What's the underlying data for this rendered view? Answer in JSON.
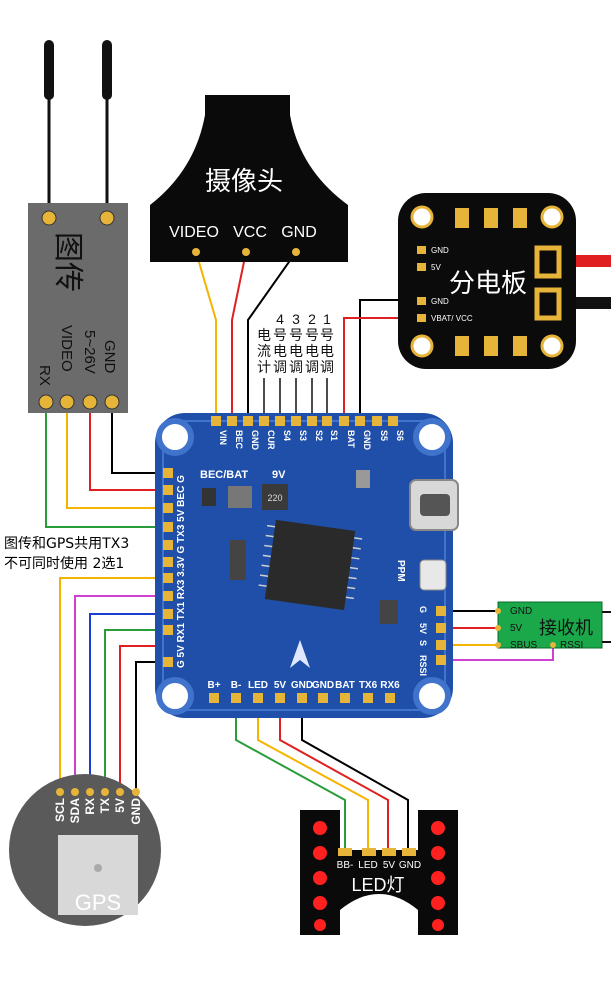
{
  "vtx": {
    "title": "图传",
    "pins": [
      "GND",
      "5~26V",
      "VIDEO",
      "RX"
    ]
  },
  "camera": {
    "title": "摄像头",
    "pins": [
      "VIDEO",
      "VCC",
      "GND"
    ]
  },
  "pdb": {
    "title": "分电板",
    "pins": [
      "GND",
      "5V",
      "GND",
      "VBAT/ VCC"
    ]
  },
  "esc_labels": [
    {
      "num": "",
      "text": "电流计"
    },
    {
      "num": "4",
      "text": "号电调"
    },
    {
      "num": "3",
      "text": "号电调"
    },
    {
      "num": "2",
      "text": "号电调"
    },
    {
      "num": "1",
      "text": "号电调"
    }
  ],
  "fc": {
    "top_pads": [
      "VIN",
      "BEC",
      "GND",
      "CUR",
      "S4",
      "S3",
      "S2",
      "S1",
      "BAT",
      "GND",
      "S5",
      "S6"
    ],
    "left_pads": [
      "G",
      "BEC",
      "5V",
      "TX3",
      "G",
      "3.3V",
      "RX3",
      "TX1",
      "RX1",
      "5V",
      "G"
    ],
    "bottom_pads": [
      "B+",
      "B-",
      "LED",
      "5V",
      "GND",
      "GND",
      "BAT",
      "TX6",
      "RX6"
    ],
    "right_pads": [
      "G",
      "5V",
      "S",
      "RSSI"
    ],
    "silk_bec": "BEC/BAT",
    "silk_9v": "9V",
    "silk_ppm": "PPM",
    "inductor": "220"
  },
  "note": {
    "line1": "图传和GPS共用TX3",
    "line2": "不可同时使用  2选1"
  },
  "receiver": {
    "title": "接收机",
    "pins": [
      "GND",
      "5V",
      "SBUS",
      "RSSI"
    ]
  },
  "gps": {
    "title": "GPS",
    "pins": [
      "SCL",
      "SDA",
      "RX",
      "TX",
      "5V",
      "GND"
    ]
  },
  "led": {
    "title": "LED灯",
    "pins": [
      "BB-",
      "LED",
      "5V",
      "GND"
    ]
  },
  "colors": {
    "board_blue": "#1f4fa8",
    "wire_yellow": "#f5b400",
    "wire_red": "#e02020",
    "wire_black": "#000000",
    "wire_green": "#2a9d3a",
    "wire_magenta": "#d040d0",
    "wire_blue": "#1a3fd0",
    "pad_gold": "#e7b43a",
    "receiver_green": "#1aa84a"
  }
}
